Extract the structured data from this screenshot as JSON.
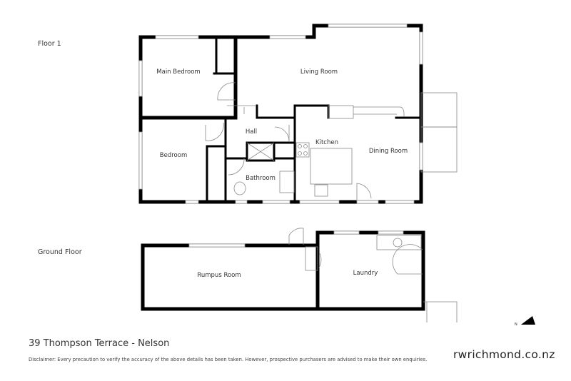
{
  "floors": [
    {
      "name": "Floor 1",
      "rooms": [
        "Main Bedroom",
        "Living Room",
        "Hall",
        "Kitchen",
        "Dining Room",
        "Bedroom",
        "Bathroom"
      ]
    },
    {
      "name": "Ground Floor",
      "rooms": [
        "Rumpus Room",
        "Laundry"
      ]
    }
  ],
  "footer": {
    "address": "39 Thompson Terrace - Nelson",
    "disclaimer": "Disclaimer: Every precaution to verify the accuracy of the above details has been taken. However, prospective purchasers are advised to make their own enquiries.",
    "brand": "rwrichmond.co.nz"
  },
  "north_arrow": {
    "icon": "north-arrow-icon",
    "label": "N"
  },
  "colors": {
    "wall": "#000000",
    "fixture": "#888888"
  }
}
